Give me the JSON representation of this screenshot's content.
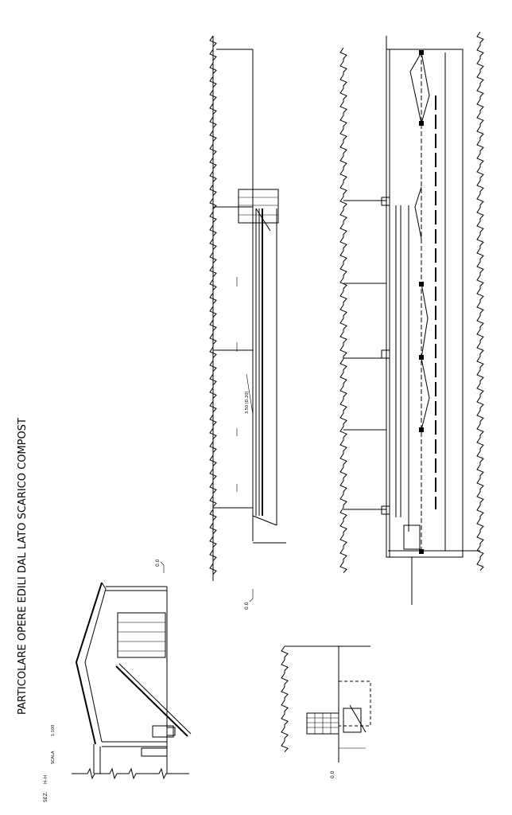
{
  "drawing": {
    "title": "PARTICOLARE OPERE EDILI DAL LATO SCARICO COMPOST",
    "section_prefix": "SEZ.",
    "section_id": "H-H",
    "scale_label": "SCALA",
    "scale_value": "1:100",
    "level_zero_labels": [
      "0.0",
      "0.0",
      "0.0"
    ],
    "dimension_label": "3.50 (D.20)"
  }
}
